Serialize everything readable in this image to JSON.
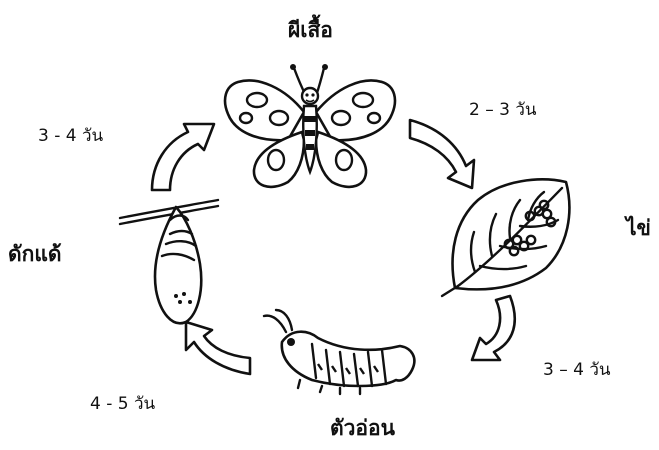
{
  "stages": {
    "butterfly": "ผีเสื้อ",
    "egg": "ไข่",
    "larva": "ตัวอ่อน",
    "pupa": "ดักแด้"
  },
  "durations": {
    "butterfly_to_egg": "2 – 3 วัน",
    "egg_to_larva": "3 – 4 วัน",
    "larva_to_pupa": "4 - 5 วัน",
    "pupa_to_butterfly": "3 - 4 วัน"
  }
}
